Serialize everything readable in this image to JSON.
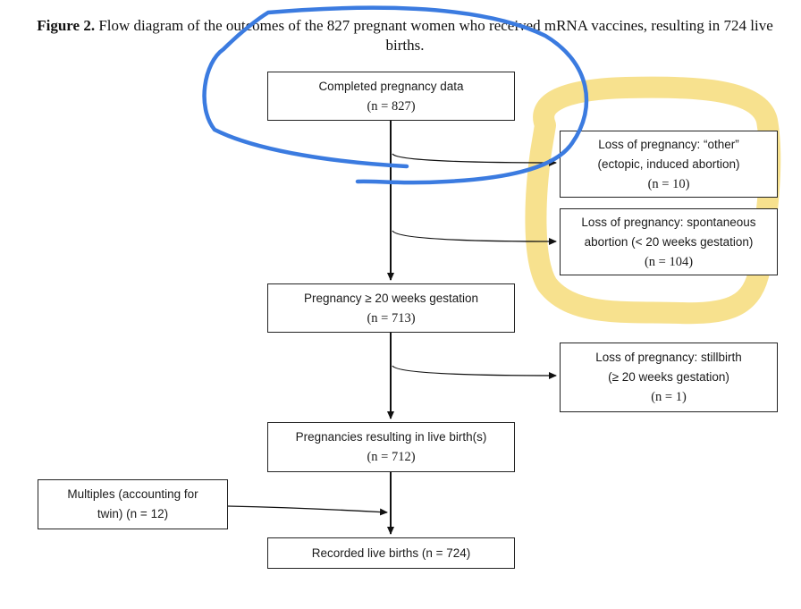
{
  "caption": {
    "label": "Figure 2.",
    "text": "Flow diagram of the outcomes of the 827 pregnant women who received mRNA vaccines, resulting in 724 live births."
  },
  "boxes": {
    "completed": {
      "title": "Completed pregnancy data",
      "n_label": "(n = 827)",
      "n": 827
    },
    "loss_other": {
      "line1": "Loss of pregnancy: “other”",
      "line2": "(ectopic, induced abortion)",
      "n_label": "(n = 10)",
      "n": 10
    },
    "loss_spont": {
      "line1": "Loss of pregnancy: spontaneous",
      "line2": "abortion (< 20 weeks gestation)",
      "n_label": "(n = 104)",
      "n": 104
    },
    "ge20": {
      "title": "Pregnancy ≥ 20 weeks gestation",
      "n_label": "(n = 713)",
      "n": 713
    },
    "stillbirth": {
      "line1": "Loss of pregnancy: stillbirth",
      "line2": "(≥ 20 weeks gestation)",
      "n_label": "(n = 1)",
      "n": 1
    },
    "live": {
      "title": "Pregnancies resulting in live birth(s)",
      "n_label": "(n = 712)",
      "n": 712
    },
    "multiples": {
      "line1": "Multiples (accounting for",
      "line2": "twin) (n = 12)",
      "n": 12
    },
    "recorded": {
      "title": "Recorded live births (n = 724)",
      "n": 724
    }
  },
  "annotations": {
    "blue_scribble_color": "#3b7be0",
    "yellow_highlight_color": "#f6dc7a"
  }
}
